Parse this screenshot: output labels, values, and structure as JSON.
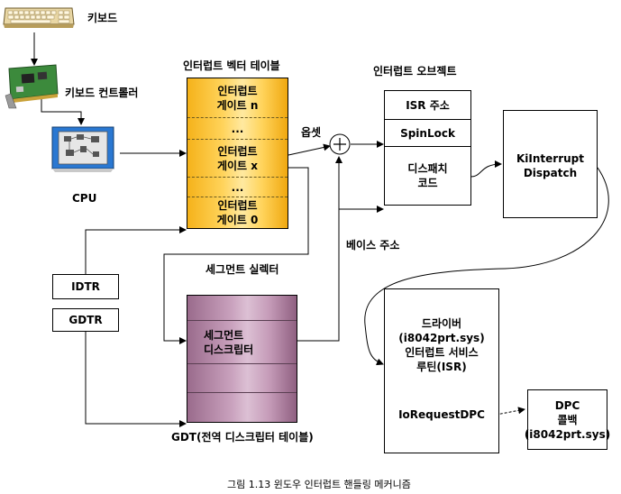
{
  "devices": {
    "keyboard_label": "키보드",
    "controller_label": "키보드 컨트롤러",
    "cpu_label": "CPU"
  },
  "idt": {
    "title": "인터럽트 벡터 테이블",
    "cells": [
      "인터럽트\n게이트 n",
      "...",
      "인터럽트\n게이트 x",
      "...",
      "인터럽트\n게이트 0"
    ]
  },
  "offset_label": "옵셋",
  "base_label": "베이스  주소",
  "interrupt_object": {
    "title": "인터럽트 오브젝트",
    "cells": [
      "ISR 주소",
      "SpinLock",
      "디스패치\n코드"
    ]
  },
  "kiinterrupt": "KiInterrupt\nDispatch",
  "segment_selector_label": "세그먼트 실렉터",
  "registers": [
    "IDTR",
    "GDTR"
  ],
  "gdt": {
    "cells": [
      "세그먼트\n디스크립터",
      "",
      ""
    ],
    "caption": "GDT(전역 디스크립터 테이블)"
  },
  "driver": {
    "text": "드라이버\n(i8042prt.sys)\n인터럽트 서비스\n루틴(ISR)",
    "iorequest": "IoRequestDPC"
  },
  "dpc": "DPC\n콜백\n(i8042prt.sys)",
  "figure_caption": "그림 1.13 윈도우 인터럽트 핸들링 메커니즘"
}
